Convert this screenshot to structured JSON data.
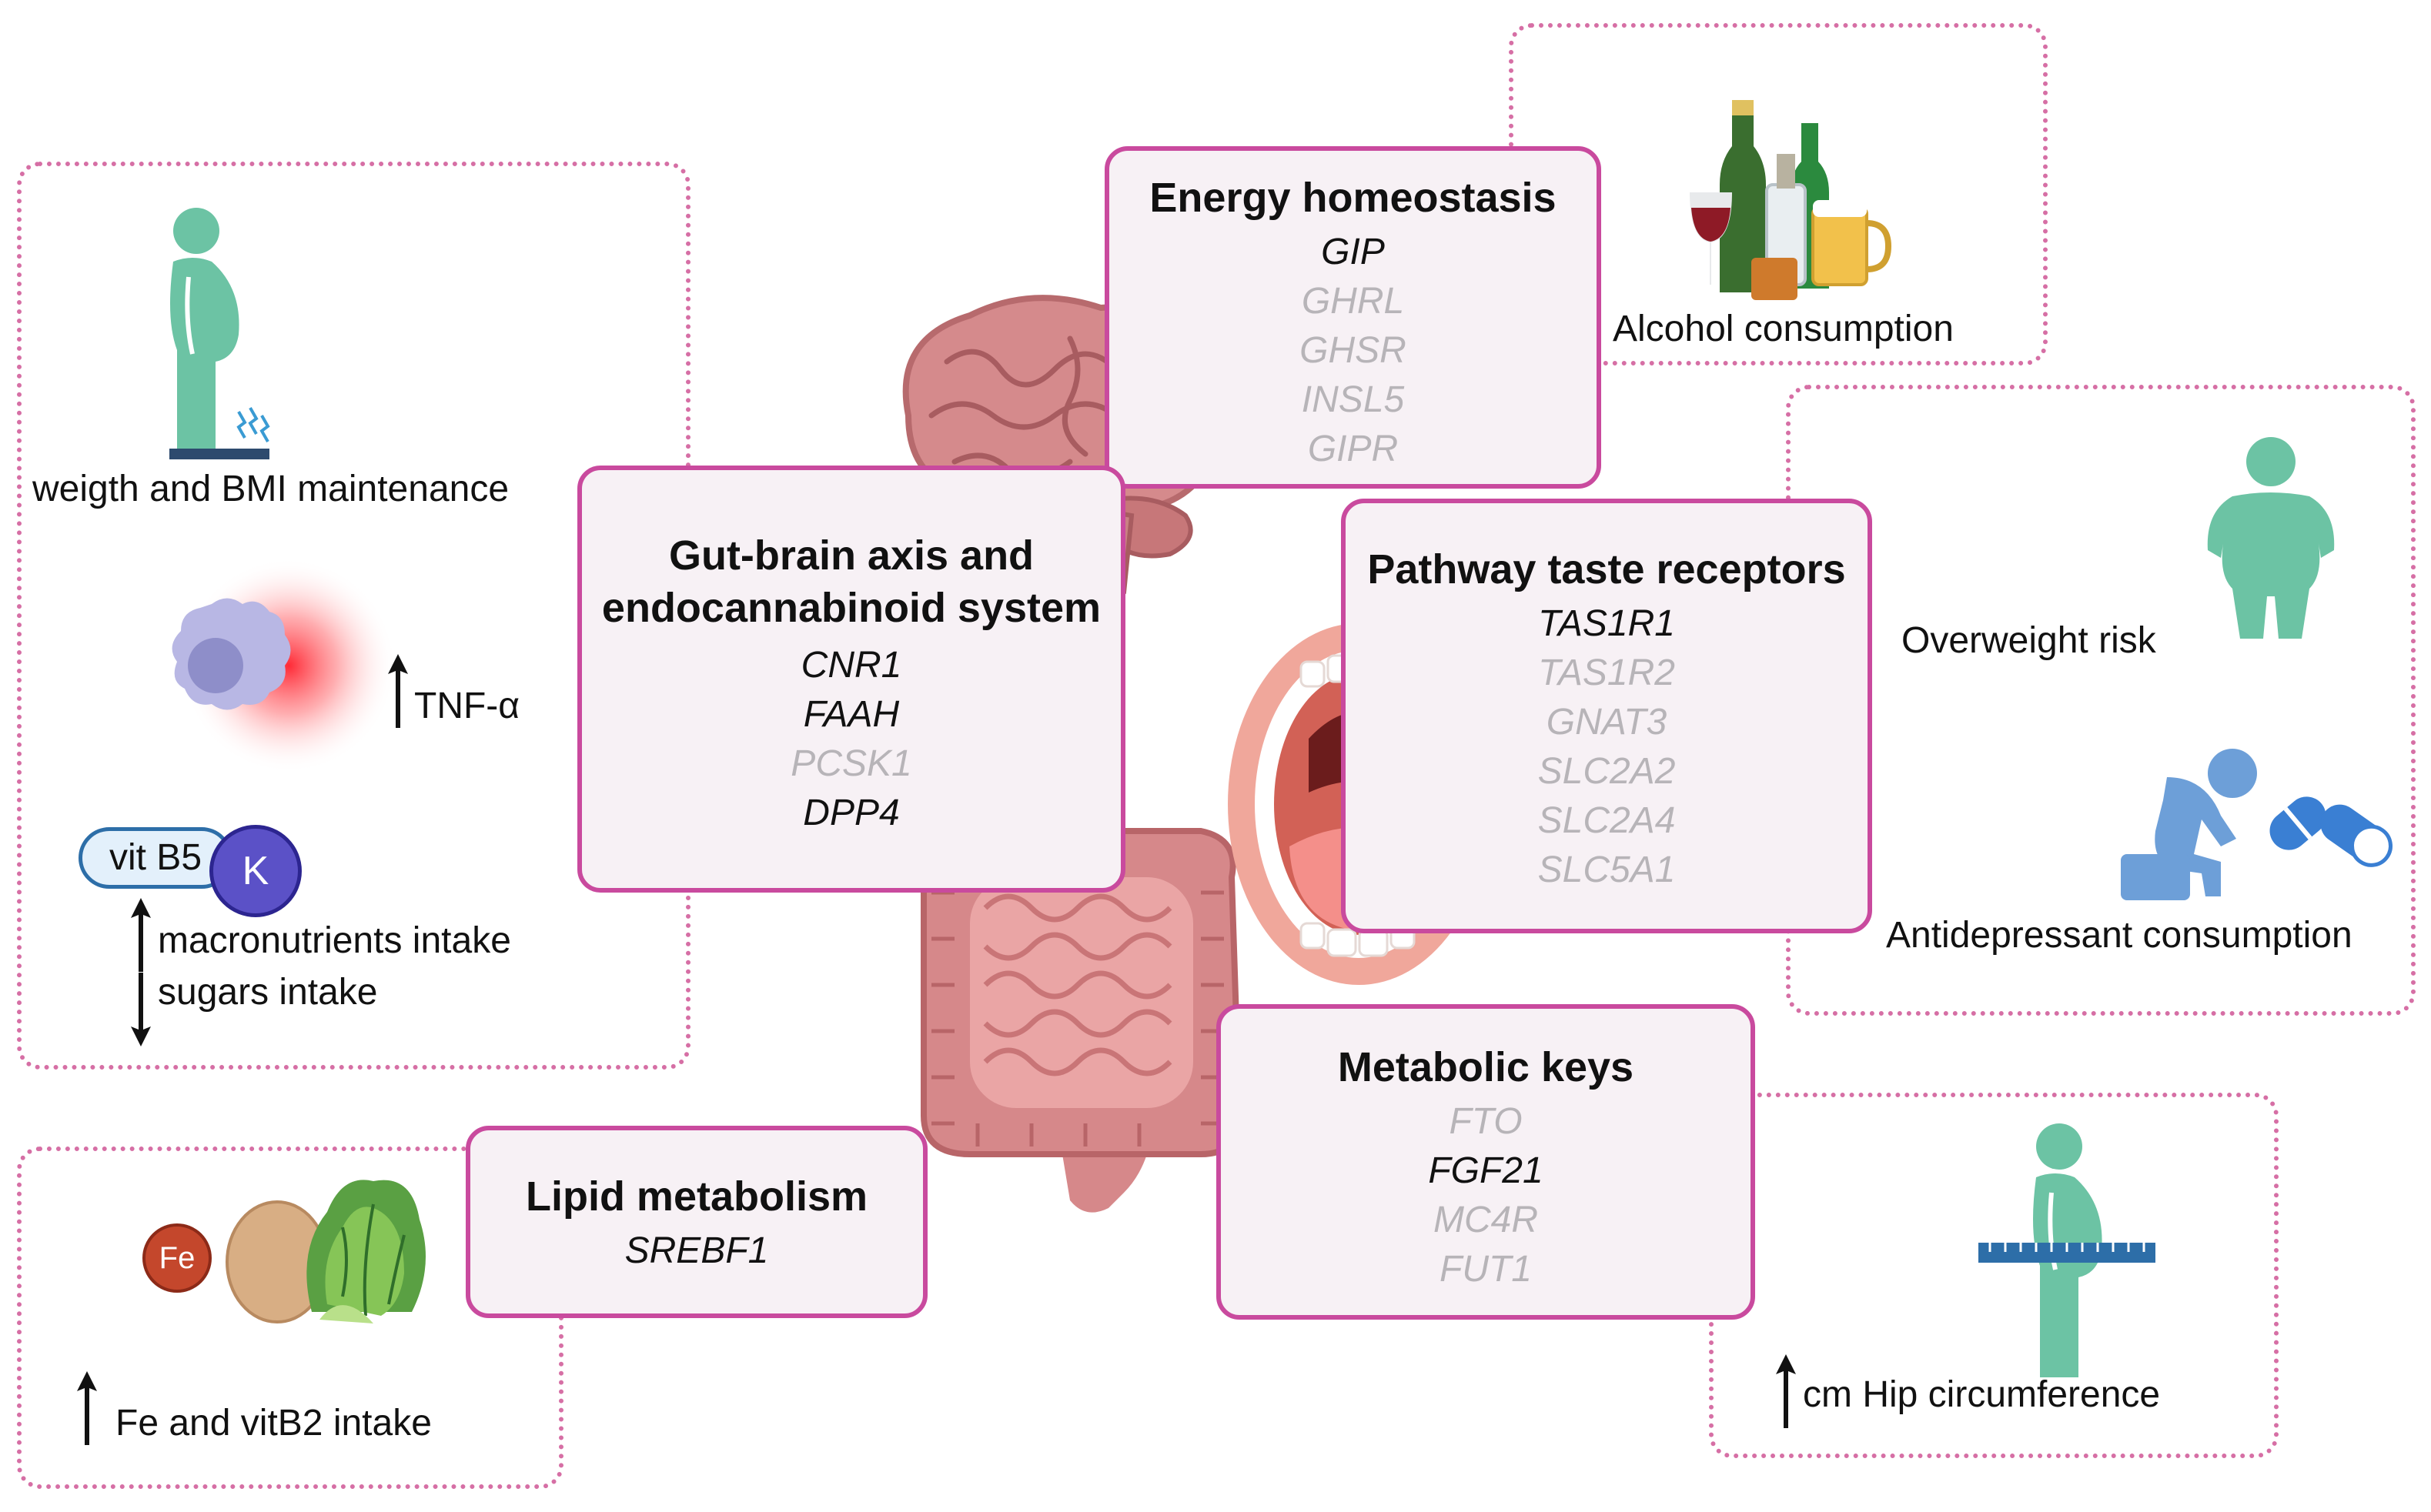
{
  "energy": {
    "title": "Energy homeostasis",
    "genes": [
      {
        "name": "GIP",
        "sig": true
      },
      {
        "name": "GHRL",
        "sig": false
      },
      {
        "name": "GHSR",
        "sig": false
      },
      {
        "name": "INSL5",
        "sig": false
      },
      {
        "name": "GIPR",
        "sig": false
      }
    ]
  },
  "gutbrain": {
    "title_line1": "Gut-brain axis and",
    "title_line2": "endocannabinoid system",
    "genes": [
      {
        "name": "CNR1",
        "sig": true
      },
      {
        "name": "FAAH",
        "sig": true
      },
      {
        "name": "PCSK1",
        "sig": false
      },
      {
        "name": "DPP4",
        "sig": true
      }
    ]
  },
  "taste": {
    "title": "Pathway taste receptors",
    "genes": [
      {
        "name": "TAS1R1",
        "sig": true
      },
      {
        "name": "TAS1R2",
        "sig": false
      },
      {
        "name": "GNAT3",
        "sig": false
      },
      {
        "name": "SLC2A2",
        "sig": false
      },
      {
        "name": "SLC2A4",
        "sig": false
      },
      {
        "name": "SLC5A1",
        "sig": false
      }
    ]
  },
  "metabolic": {
    "title": "Metabolic keys",
    "genes": [
      {
        "name": "FTO",
        "sig": false
      },
      {
        "name": "FGF21",
        "sig": true
      },
      {
        "name": "MC4R",
        "sig": false
      },
      {
        "name": "FUT1",
        "sig": false
      }
    ]
  },
  "lipid": {
    "title": "Lipid metabolism",
    "genes": [
      {
        "name": "SREBF1",
        "sig": true
      }
    ]
  },
  "outcomes": {
    "alcohol": "Alcohol consumption",
    "overweight": "Overweight risk",
    "antidepressant": "Antidepressant consumption",
    "hip": "cm Hip circumference",
    "weight_bmi": "weigth and BMI maintenance",
    "tnf": "TNF-α",
    "vitb5": "vit B5",
    "k": "K",
    "macro": "macronutrients intake",
    "sugars": "sugars intake",
    "fe": "Fe",
    "fe_vitb2": "Fe and vitB2 intake"
  },
  "colors": {
    "panel_border": "#c94a9e",
    "dotted_border": "#d66fa5",
    "panel_fill": "#f7f1f5",
    "figure_green": "#6cc3a4",
    "gene_sig": "#111111",
    "gene_nonsig": "#b7b4b8"
  },
  "icons": [
    "brain-icon",
    "intestine-icon",
    "mouth-icon",
    "bottles-icon",
    "person-obese-icon",
    "depressed-person-icon",
    "pills-icon",
    "pregnant-person-scale-icon",
    "pregnant-person-tape-icon",
    "immune-cell-icon",
    "egg-icon",
    "lettuce-icon",
    "arrow-up-icon",
    "arrow-down-icon"
  ]
}
